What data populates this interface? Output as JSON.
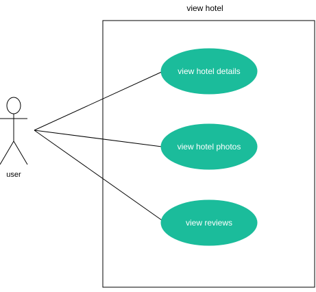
{
  "diagram": {
    "type": "use-case",
    "system": {
      "title": "view hotel"
    },
    "actor": {
      "label": "user"
    },
    "use_cases": [
      {
        "label": "view hotel details"
      },
      {
        "label": "view hotel photos"
      },
      {
        "label": "view reviews"
      }
    ],
    "colors": {
      "usecase_fill": "#1BBC9B",
      "usecase_text": "#FFFFFF",
      "line": "#000000",
      "boundary": "#000000",
      "background": "#FFFFFF"
    }
  }
}
